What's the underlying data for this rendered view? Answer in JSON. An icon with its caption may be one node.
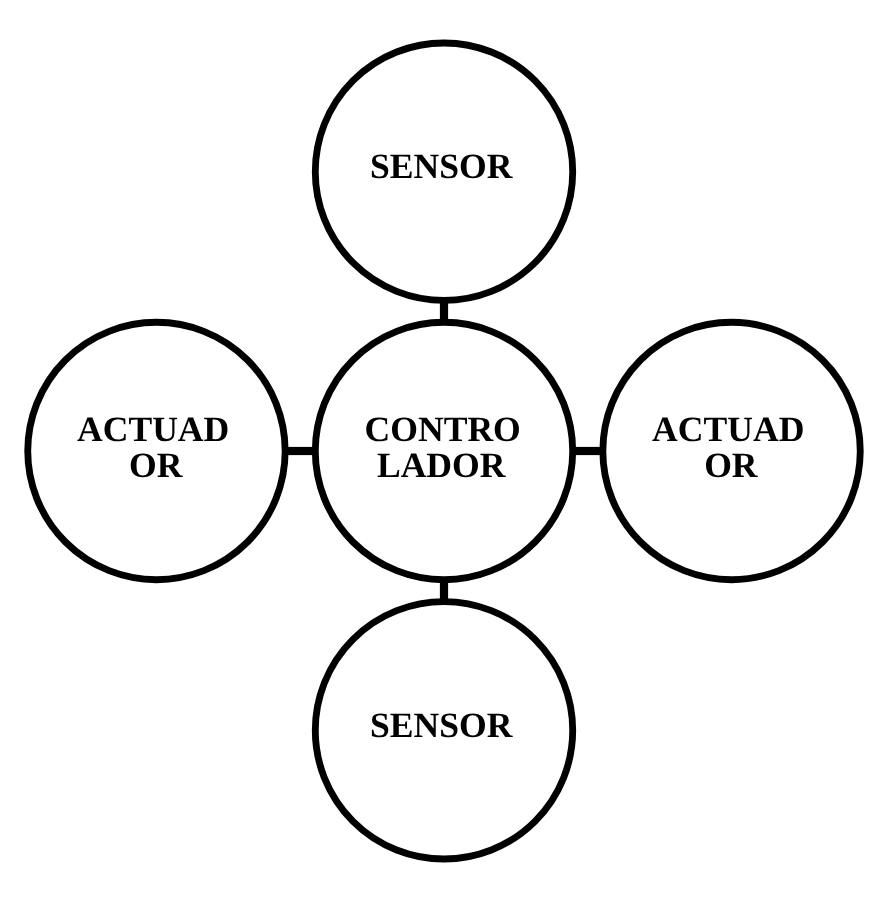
{
  "diagram": {
    "nodes": [
      {
        "text": [
          "SENSOR"
        ]
      },
      {
        "text": [
          "ACTUAD OR"
        ]
      },
      {
        "text": [
          "CONTRO LADOR"
        ]
      },
      {
        "text": [
          "ACTUAD OR"
        ]
      },
      {
        "text": [
          "SENSOR"
        ]
      }
    ],
    "edges": [
      {
        "from": 0,
        "to": 2,
        "arrow": "none"
      },
      {
        "from": 1,
        "to": 2,
        "arrow": "none"
      },
      {
        "from": 2,
        "to": 3,
        "arrow": "none"
      },
      {
        "from": 2,
        "to": 4,
        "arrow": "none"
      }
    ]
  }
}
